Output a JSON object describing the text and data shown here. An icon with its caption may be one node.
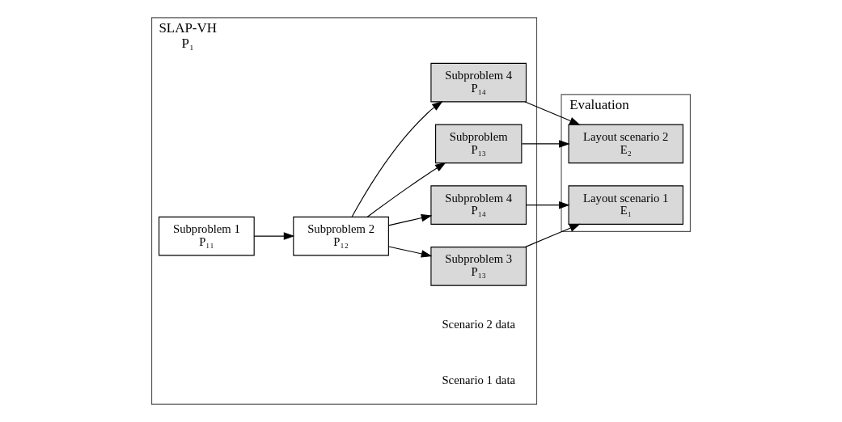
{
  "diagram": {
    "nodes": [
      {
        "text": [
          "SLAP-VH",
          "P₁"
        ]
      },
      {
        "text": [
          "Subproblem 1",
          "P₁₁"
        ],
        "in": 0
      },
      {
        "text": [
          "Subproblem 2",
          "P₁₂"
        ],
        "in": 0
      },
      {
        "text": [
          "Subproblem 3",
          "P₁₃"
        ],
        "in": 0
      },
      {
        "text": [
          "Subproblem 4",
          "P₁₄"
        ],
        "in": 0
      },
      {
        "text": [
          "Subproblem",
          "P₁₃"
        ],
        "in": 0
      },
      {
        "text": [
          "Subproblem 4",
          "P₁₄"
        ],
        "in": 0
      },
      {
        "text": [
          "Evaluation"
        ]
      },
      {
        "text": [
          "Layout scenario 1",
          "E₁"
        ],
        "in": 7
      },
      {
        "text": [
          "Layout scenario 2",
          "E₂"
        ],
        "in": 7
      }
    ],
    "edges": [
      {
        "from": 1,
        "to": 2,
        "arrow": "to"
      },
      {
        "from": 2,
        "to": 3,
        "arrow": "to"
      },
      {
        "from": 2,
        "to": 4,
        "arrow": "to"
      },
      {
        "from": 2,
        "to": 5,
        "arrow": "to"
      },
      {
        "from": 2,
        "to": 6,
        "arrow": "to"
      },
      {
        "from": 3,
        "to": 8,
        "arrow": "to"
      },
      {
        "from": 4,
        "to": 8,
        "arrow": "to"
      },
      {
        "from": 5,
        "to": 9,
        "arrow": "to"
      },
      {
        "from": 6,
        "to": 9,
        "arrow": "to"
      }
    ],
    "labels": [
      "Scenario 1 data",
      "Scenario 2 data"
    ]
  }
}
